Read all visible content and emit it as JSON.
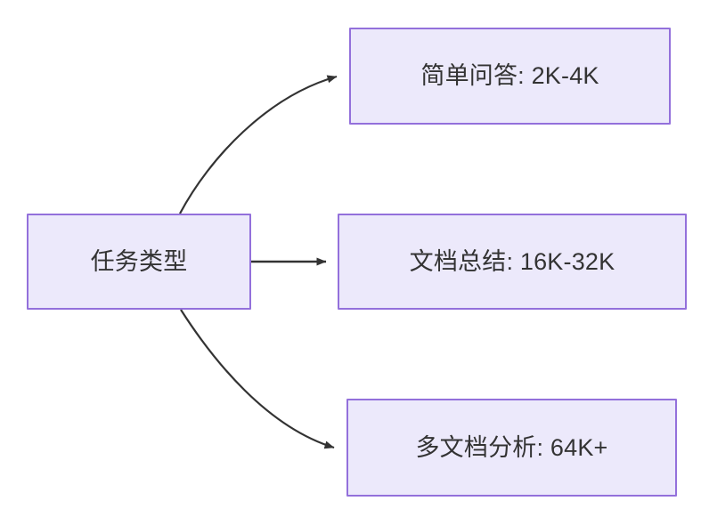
{
  "diagram": {
    "type": "flowchart",
    "direction": "left-to-right",
    "background_color": "#ffffff",
    "node_fill_color": "#ece9fb",
    "node_border_color": "#9370db",
    "node_text_color": "#333333",
    "edge_color": "#333333",
    "nodes": [
      {
        "id": "source",
        "label": "任务类型",
        "role": "root"
      },
      {
        "id": "task-1",
        "label": "简单问答: 2K-4K",
        "role": "leaf"
      },
      {
        "id": "task-2",
        "label": "文档总结: 16K-32K",
        "role": "leaf"
      },
      {
        "id": "task-3",
        "label": "多文档分析: 64K+",
        "role": "leaf"
      }
    ],
    "edges": [
      {
        "id": "edge-source-task-1",
        "from": "source",
        "to": "task-1",
        "style": "curved",
        "arrow": "end"
      },
      {
        "id": "edge-source-task-2",
        "from": "source",
        "to": "task-2",
        "style": "straight",
        "arrow": "end"
      },
      {
        "id": "edge-source-task-3",
        "from": "source",
        "to": "task-3",
        "style": "curved",
        "arrow": "end"
      }
    ]
  }
}
